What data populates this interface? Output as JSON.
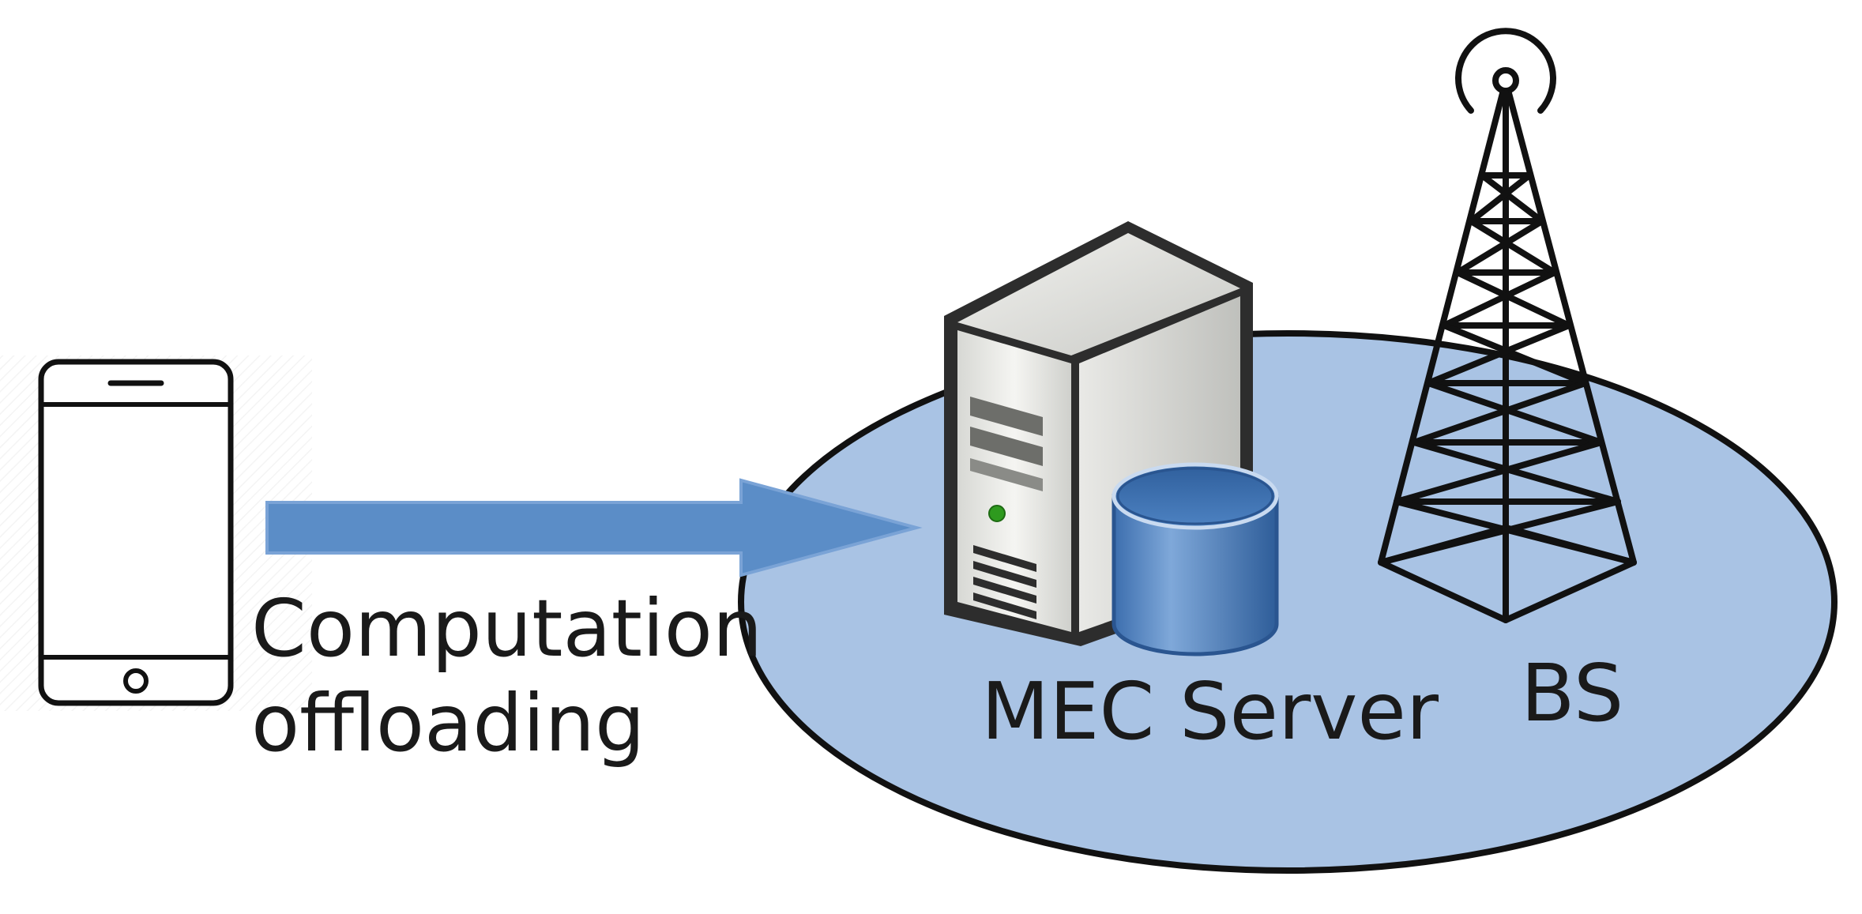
{
  "labels": {
    "offload_line1": "Computation",
    "offload_line2": "offloading",
    "server": "MEC Server",
    "base_station": "BS"
  },
  "icons": {
    "device": "smartphone-icon",
    "server": "server-tower-icon",
    "storage": "database-cylinder-icon",
    "tower": "cell-tower-icon",
    "arrow": "offload-arrow"
  },
  "colors": {
    "coverage_area": "#a9c3e4",
    "arrow_fill": "#5b8dc7",
    "database_blue": "#4a7fbf",
    "outline": "#111111",
    "status_led": "#2e9a1e"
  }
}
